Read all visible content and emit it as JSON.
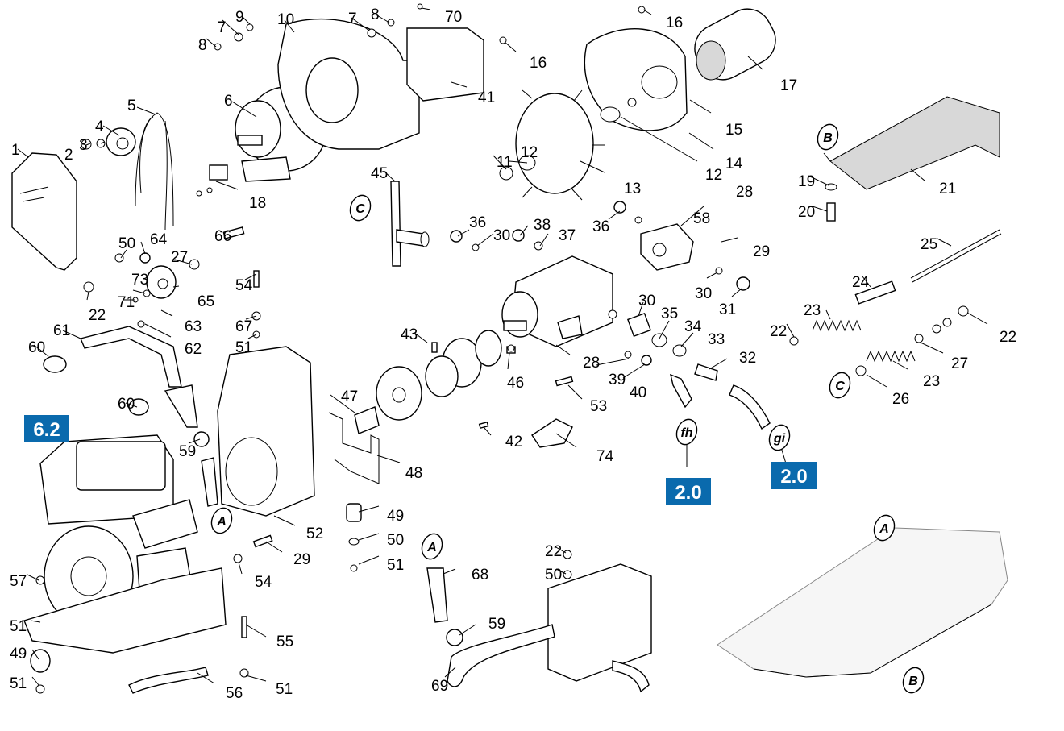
{
  "diagram": {
    "callouts": [
      "1",
      "2",
      "3",
      "4",
      "5",
      "6",
      "7",
      "8",
      "9",
      "10",
      "7",
      "8",
      "70",
      "16",
      "16",
      "17",
      "15",
      "14",
      "12",
      "13",
      "12",
      "11",
      "41",
      "18",
      "45",
      "36",
      "30",
      "38",
      "37",
      "36",
      "58",
      "28",
      "29",
      "30",
      "31",
      "64",
      "50",
      "66",
      "27",
      "65",
      "73",
      "71",
      "22",
      "54",
      "63",
      "61",
      "62",
      "60",
      "67",
      "51",
      "43",
      "30",
      "35",
      "34",
      "33",
      "32",
      "28",
      "46",
      "39",
      "40",
      "53",
      "47",
      "42",
      "74",
      "48",
      "60",
      "59",
      "52",
      "49",
      "50",
      "51",
      "29",
      "54",
      "57",
      "51",
      "49",
      "51",
      "56",
      "55",
      "51",
      "22",
      "50",
      "68",
      "59",
      "69",
      "19",
      "20",
      "21",
      "25",
      "24",
      "23",
      "22",
      "22",
      "27",
      "23",
      "26"
    ],
    "section_badges": [
      "6.2",
      "2.0",
      "2.0"
    ],
    "connectors": [
      "C",
      "C",
      "B",
      "B",
      "A",
      "A",
      "A",
      "fh",
      "gi"
    ]
  },
  "colors": {
    "badge": "#0a6aad",
    "line": "#000000",
    "chassis": "#888888",
    "shade": "#d8d8d8"
  }
}
